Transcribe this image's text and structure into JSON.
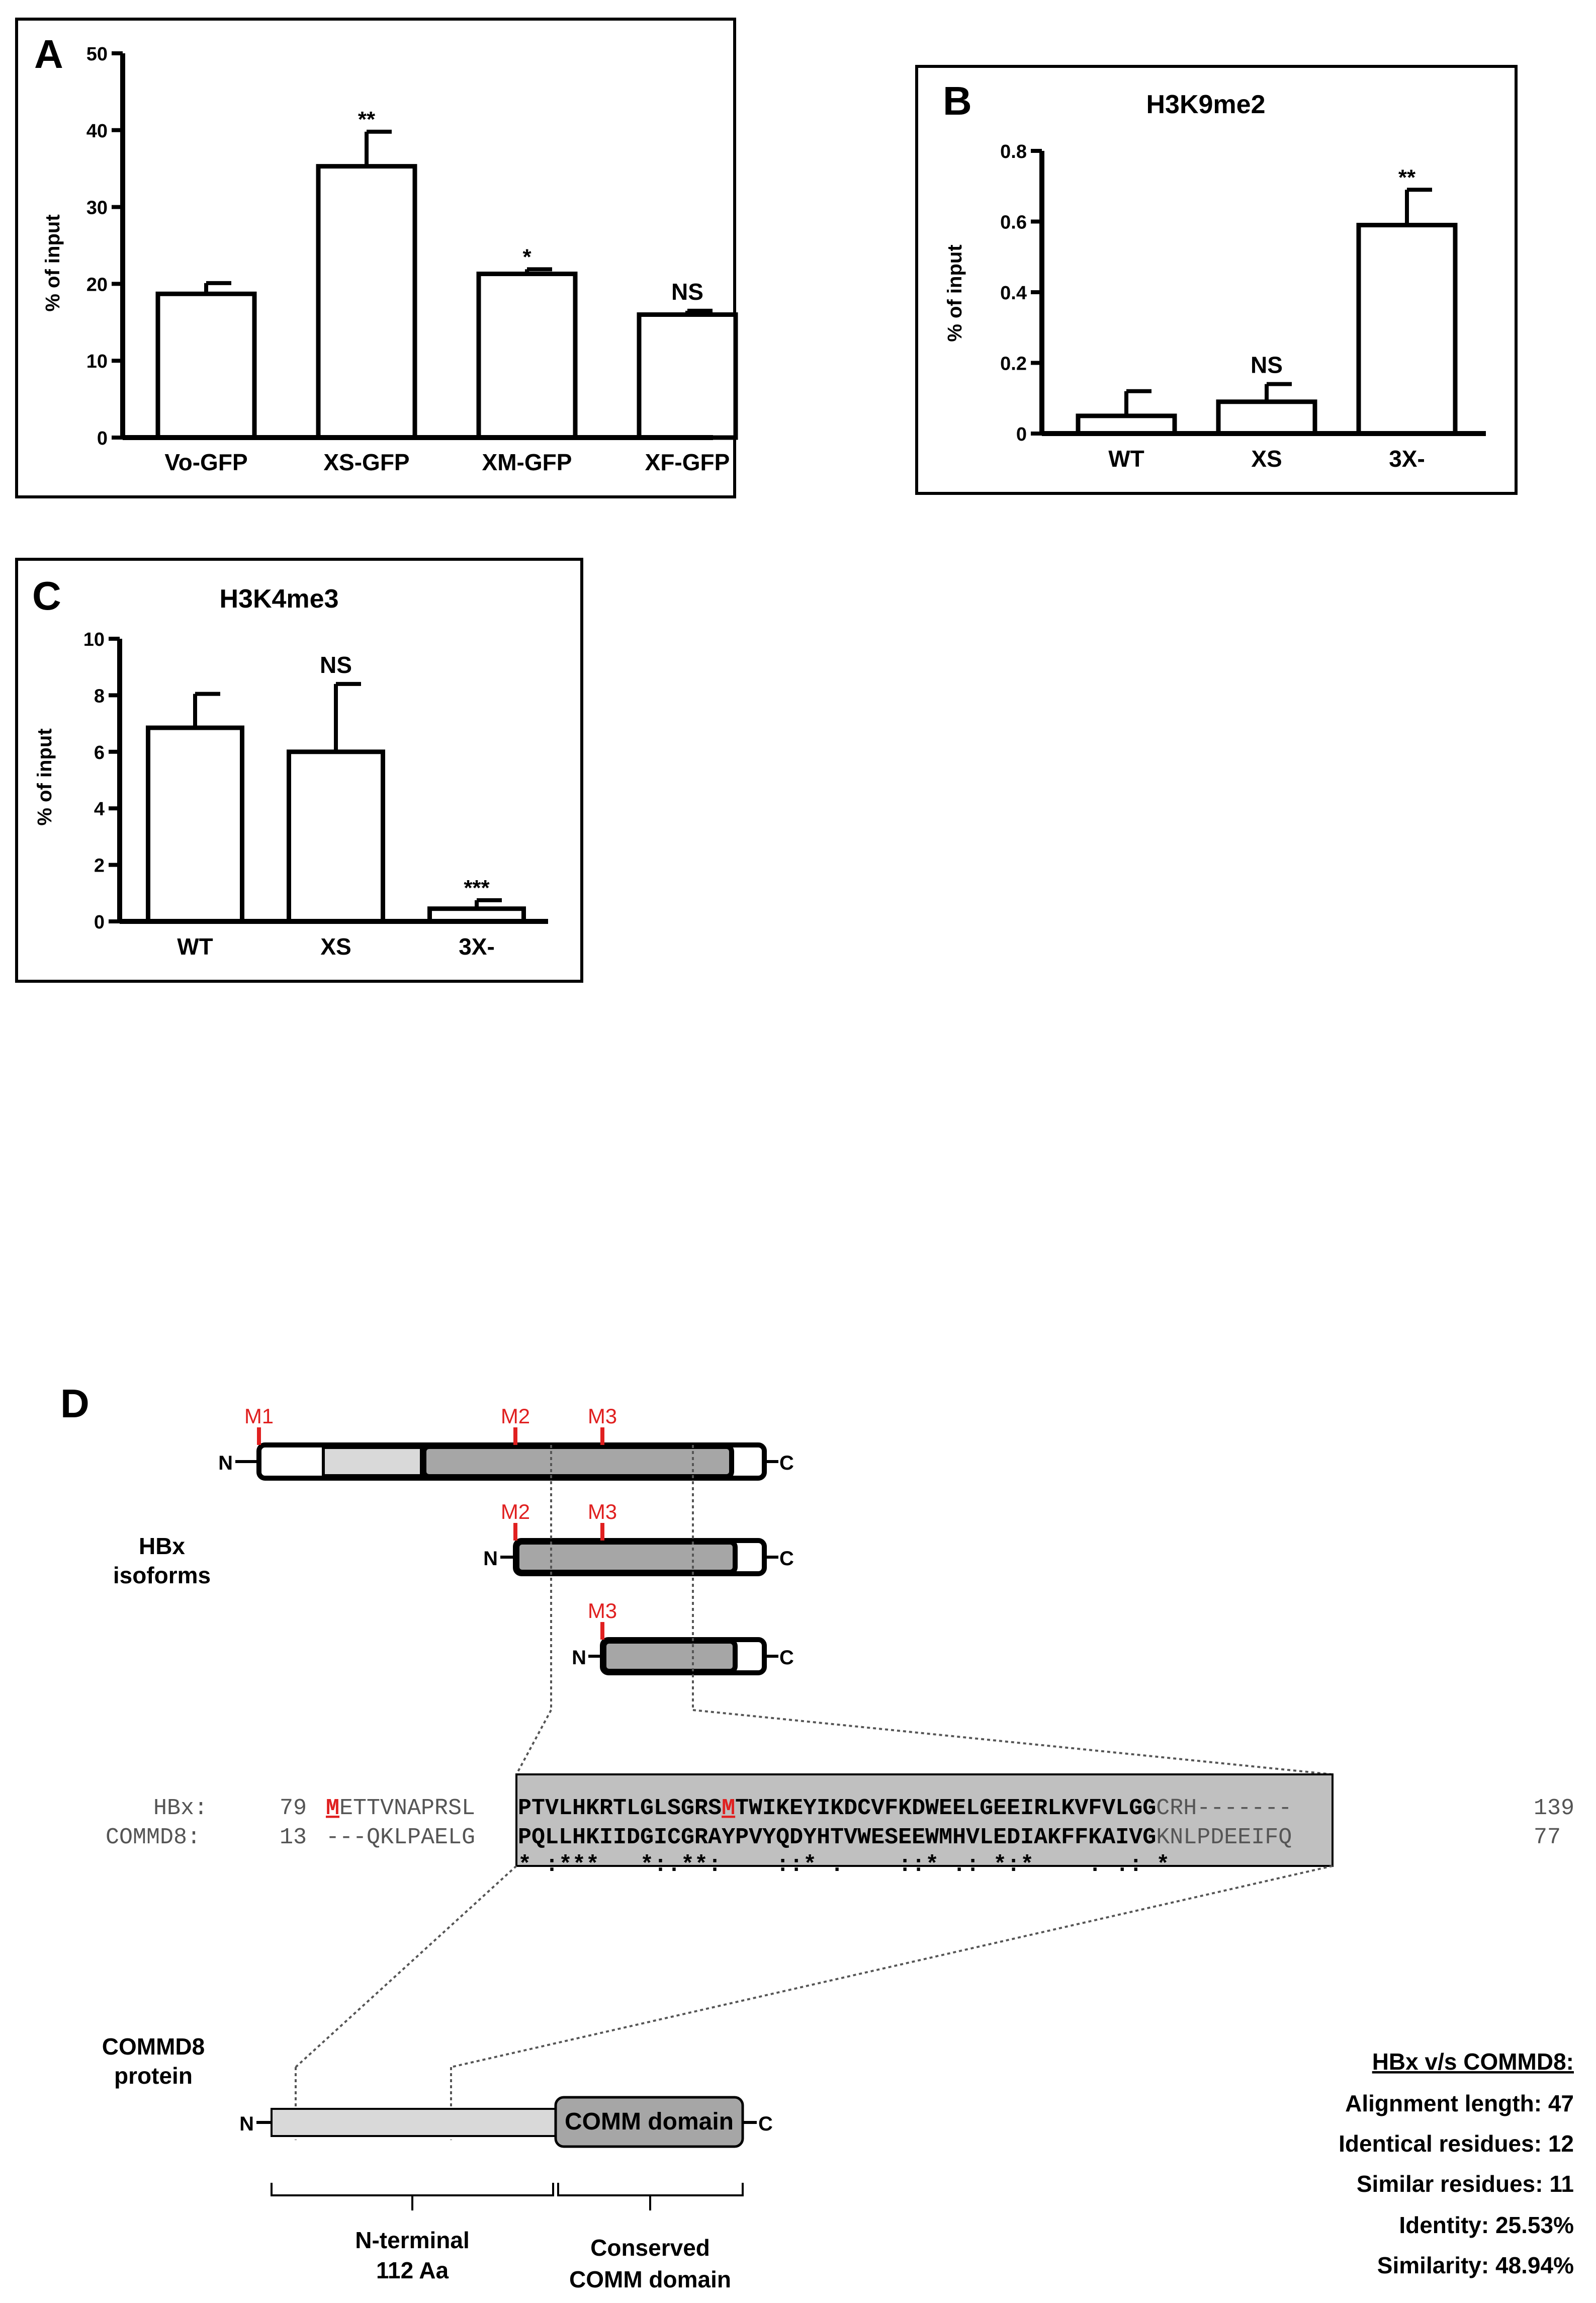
{
  "chart_data": [
    {
      "type": "bar",
      "panel_label": "A",
      "title": "",
      "ylabel": "% of input",
      "xlabel": "",
      "ylim": [
        0,
        50
      ],
      "yticks": [
        "0",
        "10",
        "20",
        "30",
        "40",
        "50"
      ],
      "categories": [
        "Vo-GFP",
        "XS-GFP",
        "XM-GFP",
        "XF-GFP"
      ],
      "values": [
        18.7,
        35.3,
        21.3,
        16.0
      ],
      "errors": [
        1.4,
        4.5,
        0.6,
        0.5
      ],
      "annotations": [
        "",
        "**",
        "*",
        "NS"
      ]
    },
    {
      "type": "bar",
      "panel_label": "B",
      "title": "H3K9me2",
      "ylabel": "% of input",
      "xlabel": "",
      "ylim": [
        0,
        0.8
      ],
      "yticks": [
        "0",
        "0.2",
        "0.4",
        "0.6",
        "0.8"
      ],
      "categories": [
        "WT",
        "XS",
        "3X-"
      ],
      "values": [
        0.05,
        0.09,
        0.59
      ],
      "errors": [
        0.07,
        0.05,
        0.1
      ],
      "annotations": [
        "",
        "NS",
        "**"
      ]
    },
    {
      "type": "bar",
      "panel_label": "C",
      "title": "H3K4me3",
      "ylabel": "% of input",
      "xlabel": "",
      "ylim": [
        0,
        10
      ],
      "yticks": [
        "0",
        "2",
        "4",
        "6",
        "8",
        "10"
      ],
      "categories": [
        "WT",
        "XS",
        "3X-"
      ],
      "values": [
        6.85,
        6.0,
        0.45
      ],
      "errors": [
        1.2,
        2.4,
        0.3
      ],
      "annotations": [
        "",
        "NS",
        "***"
      ]
    }
  ],
  "panel_d": {
    "label": "D",
    "isoform_label_line1": "HBx",
    "isoform_label_line2": "isoforms",
    "isoforms": [
      {
        "n": "N",
        "c": "C",
        "markers": [
          "M1",
          "M2",
          "M3"
        ]
      },
      {
        "n": "N",
        "c": "C",
        "markers": [
          "M2",
          "M3"
        ]
      },
      {
        "n": "N",
        "c": "C",
        "markers": [
          "M3"
        ]
      }
    ],
    "alignment": {
      "row1_name": "HBx:",
      "row1_start": "79",
      "row1_pre_m": "M",
      "row1_pre_rest": "ETTVNAPRSL",
      "row1_core_a": "PTVLHKRTLGLSGRS",
      "row1_core_m": "M",
      "row1_core_b": "TWIKEYIKDCVFKDWEELGEEIRLKVFVLGG",
      "row1_post": "CRH-------",
      "row1_end": "139",
      "row2_name": "COMMD8:",
      "row2_start": "13",
      "row2_pre": "---QKLPAELG",
      "row2_core": "PQLLHKIIDGICGRAYPVYQDYHTVWESEEWMHVLEDIAKFFKAIVG",
      "row2_post": "KNLPDEEIFQ",
      "row2_end": "77",
      "row3_core": "* :***   *:.**:    ::* .    ::* .: *:*    . .: *"
    },
    "commd8_label_line1": "COMMD8",
    "commd8_label_line2": "protein",
    "commd8_n": "N",
    "commd8_c": "C",
    "comm_domain": "COMM domain",
    "nterm_label_line1": "N-terminal",
    "nterm_label_line2": "112 Aa",
    "conserved_label_line1": "Conserved",
    "conserved_label_line2": "COMM domain",
    "stats_title": "HBx v/s COMMD8:",
    "stats": [
      "Alignment length: 47",
      "Identical residues: 12",
      "Similar residues: 11",
      "Identity: 25.53%",
      "Similarity: 48.94%"
    ],
    "colors": {
      "marker_red": "#e02020",
      "light_gray": "#d9d9d9",
      "mid_gray": "#a6a6a6",
      "align_gray": "#c0c0c0",
      "dash_gray": "#555555"
    }
  }
}
